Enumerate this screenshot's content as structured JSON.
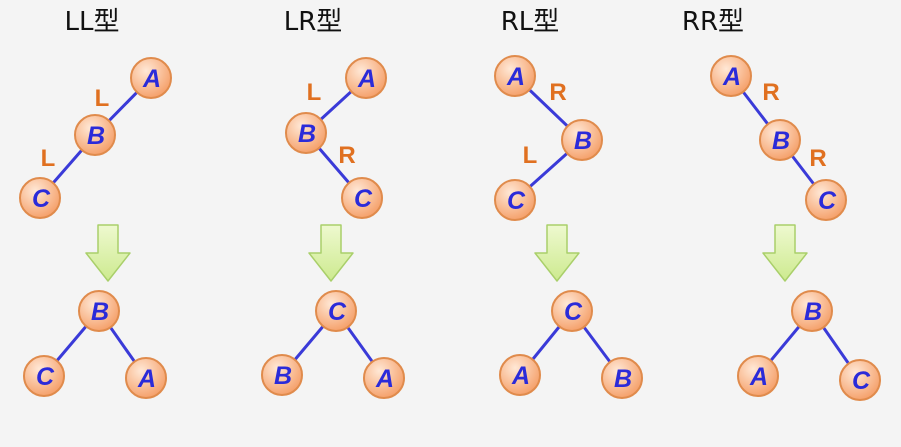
{
  "colors": {
    "background": "#f4f4f4",
    "node_fill_light": "#ffe8d6",
    "node_fill_dark": "#f5a06a",
    "node_stroke": "#e08b4c",
    "node_label": "#2b2bd9",
    "edge_line": "#3a3ad8",
    "edge_label": "#e07020",
    "arrow_fill": "#d8f0a0",
    "arrow_stroke": "#a9cf6a",
    "title": "#111111"
  },
  "panels": [
    {
      "title": "LL型",
      "before": {
        "nodes": [
          "A",
          "B",
          "C"
        ],
        "edges": [
          {
            "from": "A",
            "to": "B",
            "label": "L"
          },
          {
            "from": "B",
            "to": "C",
            "label": "L"
          }
        ]
      },
      "after": {
        "root": "B",
        "left": "C",
        "right": "A"
      }
    },
    {
      "title": "LR型",
      "before": {
        "nodes": [
          "A",
          "B",
          "C"
        ],
        "edges": [
          {
            "from": "A",
            "to": "B",
            "label": "L"
          },
          {
            "from": "B",
            "to": "C",
            "label": "R"
          }
        ]
      },
      "after": {
        "root": "C",
        "left": "B",
        "right": "A"
      }
    },
    {
      "title": "RL型",
      "before": {
        "nodes": [
          "A",
          "B",
          "C"
        ],
        "edges": [
          {
            "from": "A",
            "to": "B",
            "label": "R"
          },
          {
            "from": "B",
            "to": "C",
            "label": "L"
          }
        ]
      },
      "after": {
        "root": "C",
        "left": "A",
        "right": "B"
      }
    },
    {
      "title": "RR型",
      "before": {
        "nodes": [
          "A",
          "B",
          "C"
        ],
        "edges": [
          {
            "from": "A",
            "to": "B",
            "label": "R"
          },
          {
            "from": "B",
            "to": "C",
            "label": "R"
          }
        ]
      },
      "after": {
        "root": "B",
        "left": "A",
        "right": "C"
      }
    }
  ]
}
